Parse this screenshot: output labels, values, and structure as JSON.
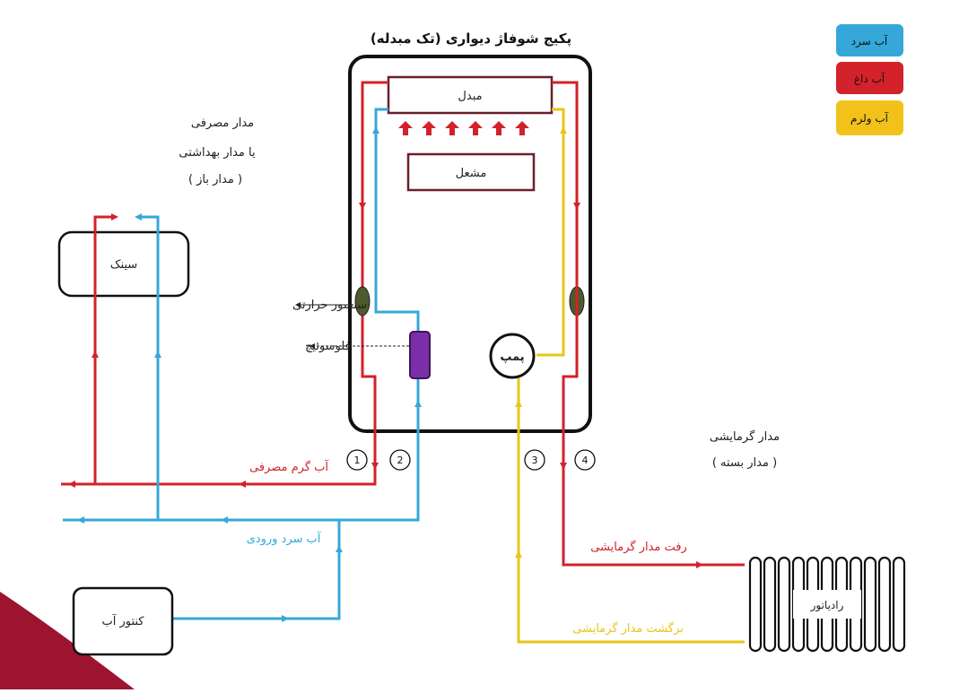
{
  "title": "پکیج شوفاژ دیواری (تک مبدله)",
  "legend": [
    {
      "label": "آب سرد",
      "color": "#35a8d9"
    },
    {
      "label": "آب داغ",
      "color": "#d3222a"
    },
    {
      "label": "آب ولرم",
      "color": "#f2c21b"
    }
  ],
  "colors": {
    "cold": "#35a8d9",
    "hot": "#d3222a",
    "warm": "#e8c51a",
    "purple": "#7a2fa8",
    "olive": "#4d5a2b",
    "corner": "#9c1430"
  },
  "components": {
    "exchanger": "مبدل",
    "burner": "مشعل",
    "pump": "پمپ",
    "sink": "سینک",
    "meter": "کنتور آب",
    "radiator": "رادیاتور"
  },
  "circuits": {
    "consumer_title": "مدار مصرفی",
    "consumer_sub": "یا مدار بهداشتی",
    "consumer_note": "( مدار باز )",
    "heating_title": "مدار گرمایشی",
    "heating_note": "( مدار بسته )"
  },
  "sensors": {
    "thermal": "سنسور حرارتی",
    "flow": "فلوسوئیچ"
  },
  "pipes": {
    "hot_consumer": "آب گرم مصرفی",
    "cold_inlet": "آب سرد ورودی",
    "heating_supply": "رفت مدار گرمایشی",
    "heating_return": "برگشت مدار گرمایشی"
  },
  "ports": [
    "1",
    "2",
    "3",
    "4"
  ]
}
